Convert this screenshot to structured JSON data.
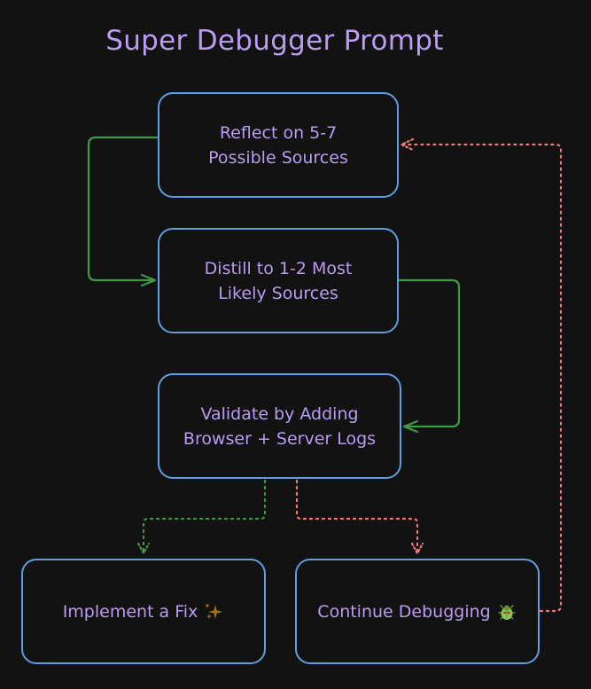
{
  "title": "Super Debugger Prompt",
  "colors": {
    "background": "#121212",
    "text": "#b99cf3",
    "node_border": "#5f9ee0",
    "flow_arrow": "#3f9a47",
    "retry_arrow": "#f27b7b"
  },
  "nodes": [
    {
      "id": "reflect",
      "label": "Reflect on 5-7\nPossible Sources",
      "emoji": ""
    },
    {
      "id": "distill",
      "label": "Distill to 1-2 Most\nLikely Sources",
      "emoji": ""
    },
    {
      "id": "validate",
      "label": "Validate by Adding\nBrowser + Server Logs",
      "emoji": ""
    },
    {
      "id": "fix",
      "label": "Implement a Fix",
      "emoji": "sparkles-icon"
    },
    {
      "id": "continue",
      "label": "Continue Debugging",
      "emoji": "bug-icon"
    }
  ],
  "edges": [
    {
      "from": "reflect",
      "to": "distill",
      "style": "solid",
      "color": "green"
    },
    {
      "from": "distill",
      "to": "validate",
      "style": "solid",
      "color": "green"
    },
    {
      "from": "validate",
      "to": "fix",
      "style": "dotted",
      "color": "green"
    },
    {
      "from": "validate",
      "to": "continue",
      "style": "dotted",
      "color": "red"
    },
    {
      "from": "continue",
      "to": "reflect",
      "style": "dotted",
      "color": "red"
    }
  ]
}
